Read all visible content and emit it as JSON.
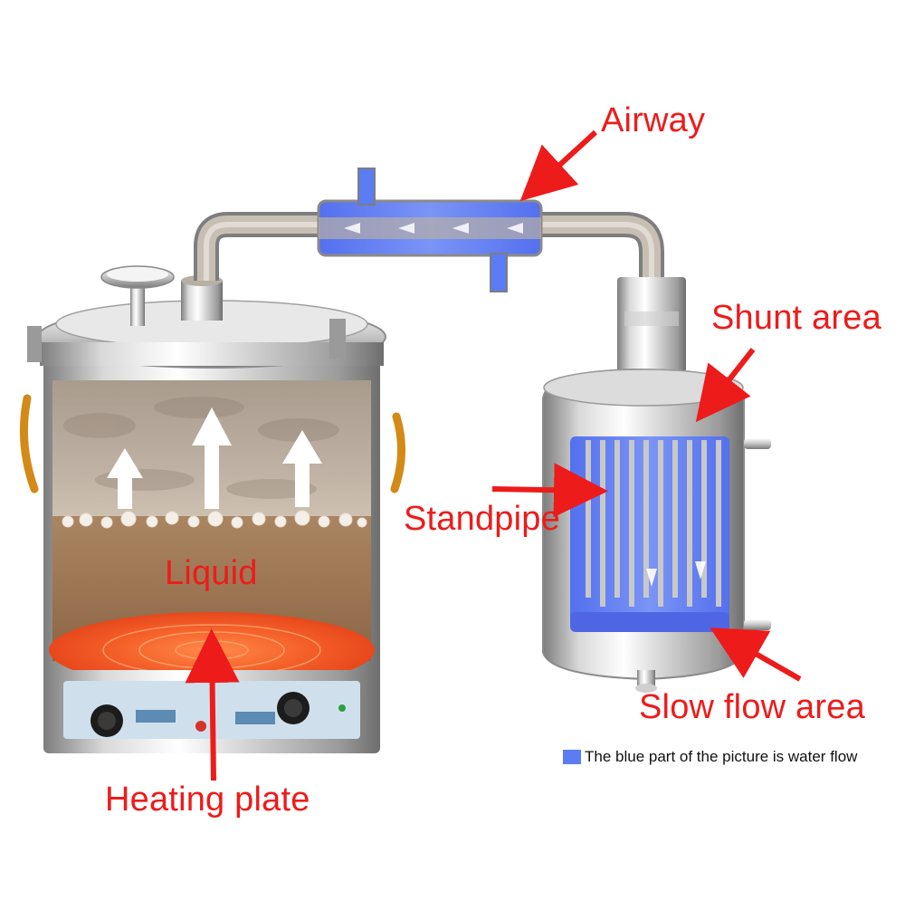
{
  "labels": {
    "airway": "Airway",
    "shunt_area": "Shunt area",
    "standpipe": "Standpipe",
    "liquid": "Liquid",
    "slow_flow_area": "Slow flow area",
    "heating_plate": "Heating plate"
  },
  "legend": {
    "text": "The blue part of the picture is water flow",
    "swatch_color": "#5b7cf2"
  },
  "colors": {
    "label_color": "#ee1b1b",
    "water_blue": "#5b7cf2",
    "steel_light": "#f1f1f1",
    "steel_dark": "#8a8a8a",
    "liquid_brown": "#a9825c",
    "heating_orange": "#f05a2a"
  }
}
